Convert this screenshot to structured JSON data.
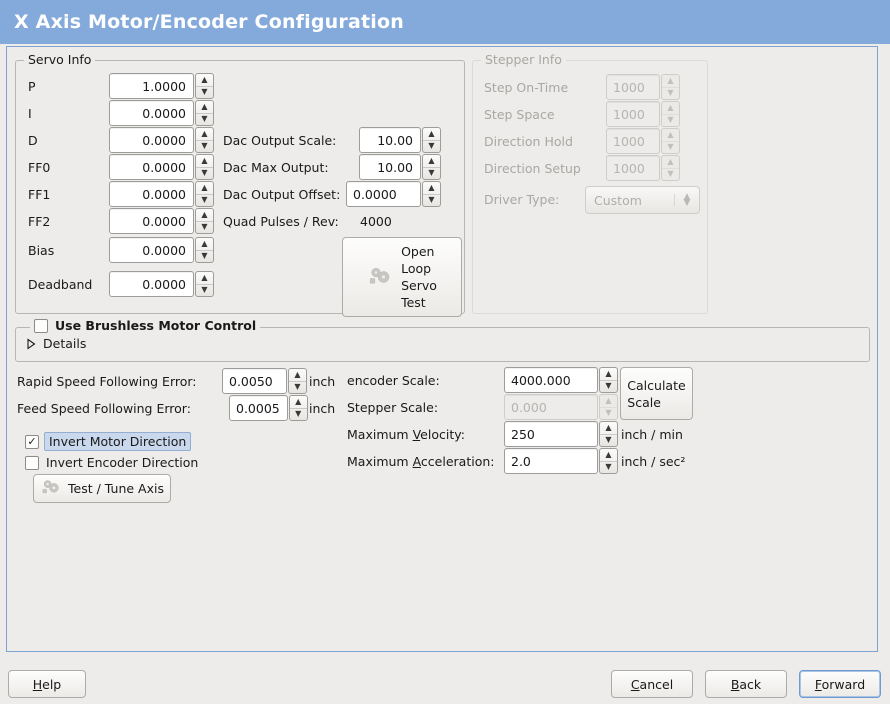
{
  "window": {
    "title": "X Axis Motor/Encoder Configuration",
    "title_bg": "#84aadb",
    "panel_border": "#7fa3d0"
  },
  "servo_info": {
    "legend": "Servo Info",
    "fields": [
      {
        "label": "P",
        "value": "1.0000",
        "icon": "spinner-up-down-icon"
      },
      {
        "label": "I",
        "value": "0.0000",
        "icon": "spinner-up-down-icon"
      },
      {
        "label": "D",
        "value": "0.0000",
        "icon": "spinner-up-down-icon"
      },
      {
        "label": "FF0",
        "value": "0.0000",
        "icon": "spinner-up-down-icon"
      },
      {
        "label": "FF1",
        "value": "0.0000",
        "icon": "spinner-up-down-icon"
      },
      {
        "label": "FF2",
        "value": "0.0000",
        "icon": "spinner-up-down-icon"
      },
      {
        "label": "Bias",
        "value": "0.0000",
        "icon": "spinner-up-down-icon"
      },
      {
        "label": "Deadband",
        "value": "0.0000",
        "icon": "spinner-up-down-icon"
      }
    ],
    "dac": [
      {
        "label": "Dac Output Scale:",
        "value": "10.00"
      },
      {
        "label": "Dac Max Output:",
        "value": "10.00"
      },
      {
        "label": "Dac Output Offset:",
        "value": "0.0000"
      }
    ],
    "quad_pulses_label": "Quad Pulses / Rev:",
    "quad_pulses_value": "4000",
    "open_loop_button": {
      "label": "Open\nLoop\nServo\nTest",
      "icon": "gears-icon"
    }
  },
  "stepper_info": {
    "legend": "Stepper Info",
    "disabled": true,
    "fields": [
      {
        "label": "Step On-Time",
        "value": "1000"
      },
      {
        "label": "Step Space",
        "value": "1000"
      },
      {
        "label": "Direction Hold",
        "value": "1000"
      },
      {
        "label": "Direction Setup",
        "value": "1000"
      }
    ],
    "driver_type": {
      "label": "Driver Type:",
      "value": "Custom",
      "icon": "combo-arrow-icon"
    }
  },
  "brushless": {
    "checkbox_label": "Use Brushless Motor Control",
    "checked": false,
    "details_label": "Details",
    "details_expanded": false
  },
  "tuning": {
    "rapid_following_error": {
      "label": "Rapid Speed Following Error:",
      "value": "0.0050",
      "unit": "inch"
    },
    "feed_following_error": {
      "label": "Feed Speed Following Error:",
      "value": "0.0005",
      "unit": "inch"
    },
    "invert_motor": {
      "label": "Invert Motor Direction",
      "checked": true,
      "focused": true
    },
    "invert_encoder": {
      "label": "Invert Encoder Direction",
      "checked": false,
      "focused": false
    },
    "test_tune_button": {
      "label": "Test / Tune Axis",
      "icon": "gears-icon"
    }
  },
  "scales": {
    "encoder_scale": {
      "label": "encoder Scale:",
      "value": "4000.000",
      "disabled": false
    },
    "stepper_scale": {
      "label": "Stepper Scale:",
      "value": "0.000",
      "disabled": true
    },
    "max_velocity": {
      "label_pre": "Maximum ",
      "label_mn": "V",
      "label_post": "elocity:",
      "value": "250",
      "unit": "inch / min"
    },
    "max_acceleration": {
      "label_pre": "Maximum ",
      "label_mn": "A",
      "label_post": "cceleration:",
      "value": "2.0",
      "unit": "inch / sec²"
    },
    "calculate_button": {
      "label": "Calculate\nScale"
    }
  },
  "actions": {
    "help": {
      "mn": "H",
      "rest": "elp"
    },
    "cancel": {
      "mn": "C",
      "rest": "ancel"
    },
    "back": {
      "mn": "B",
      "rest": "ack"
    },
    "forward": {
      "mn": "F",
      "rest": "orward",
      "focused": true
    }
  }
}
